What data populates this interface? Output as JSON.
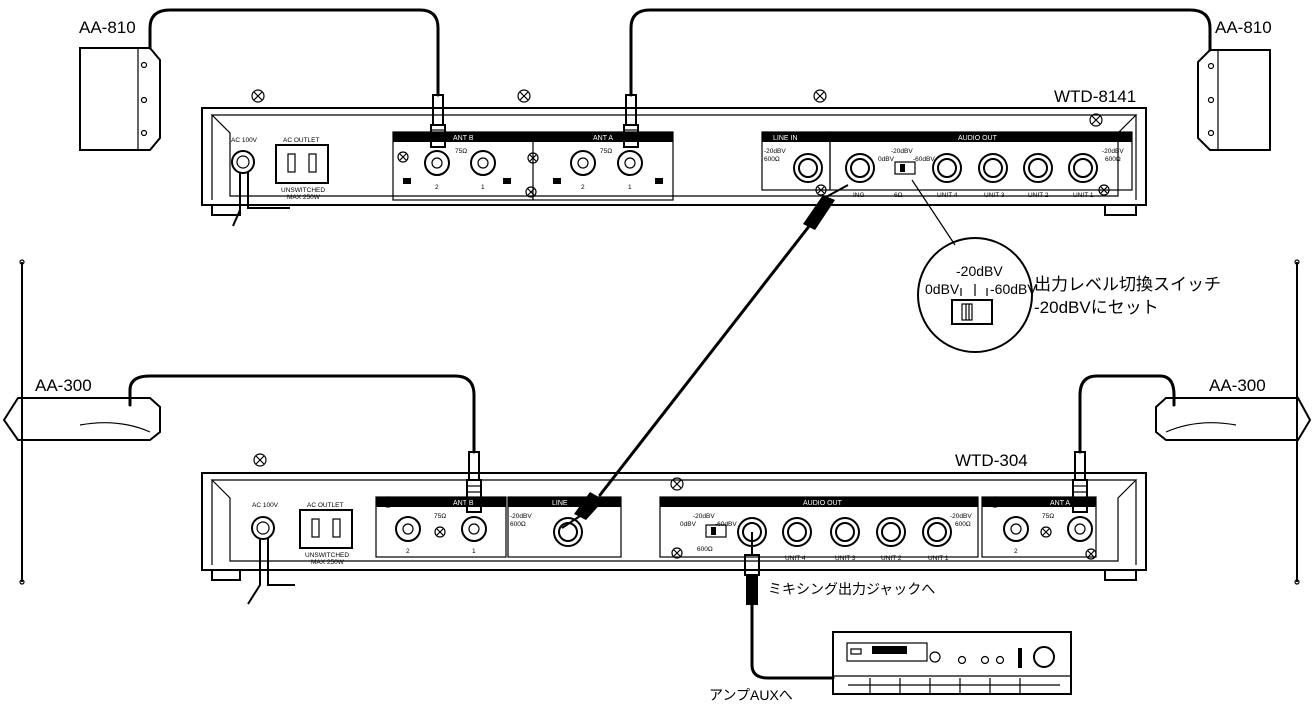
{
  "antennas": {
    "aa810_left": "AA-810",
    "aa810_right": "AA-810",
    "aa300_left": "AA-300",
    "aa300_right": "AA-300"
  },
  "units": {
    "wtd8141": {
      "model": "WTD-8141",
      "ac_in": "AC 100V",
      "ac_outlet": "AC OUTLET",
      "unswitched": "UNSWITCHED",
      "max": "MAX 250W",
      "ant_b": "ANT B",
      "ant_a": "ANT A",
      "ohm": "75Ω",
      "jack_2": "2",
      "jack_1": "1",
      "line_in": "LINE IN",
      "line_in_spec_1": "-20dBV",
      "line_in_spec_2": "600Ω",
      "audio_out": "AUDIO OUT",
      "sw_mid": "-20dBV",
      "sw_left": "0dBV",
      "sw_right": "-60dBV",
      "mixing_frag": "6Ω",
      "mixing_tail": "ING",
      "unit4": "UNIT 4",
      "unit3": "UNIT 3",
      "unit2": "UNIT 2",
      "unit1": "UNIT 1",
      "out_spec_1": "-20dBV",
      "out_spec_2": "600Ω"
    },
    "wtd304": {
      "model": "WTD-304",
      "ac_in": "AC 100V",
      "ac_outlet": "AC OUTLET",
      "unswitched": "UNSWITCHED",
      "max": "MAX 250W",
      "ant_b": "ANT B",
      "ant_a": "ANT A",
      "ohm": "75Ω",
      "jack_2": "2",
      "jack_1": "1",
      "line_in": "LINE",
      "line_in_spec_1": "-20dBV",
      "line_in_spec_2": "600Ω",
      "audio_out": "AUDIO OUT",
      "sw_mid": "-20dBV",
      "sw_left": "0dBV",
      "sw_right": "-60dBV",
      "sw_imp": "600Ω",
      "unit4": "UNIT 4",
      "unit3": "UNIT 3",
      "unit2": "UNIT 2",
      "unit1": "UNIT 1",
      "out_spec_1": "-20dBV",
      "out_spec_2": "600Ω"
    }
  },
  "callout": {
    "mid": "-20dBV",
    "left": "0dBV",
    "right": "-60dBV",
    "note_line1": "出力レベル切換スイッチ",
    "note_line2": "-20dBVにセット"
  },
  "annotations": {
    "mixing_jack": "ミキシング出力ジャックへ",
    "amp_aux": "アンプAUXへ"
  }
}
